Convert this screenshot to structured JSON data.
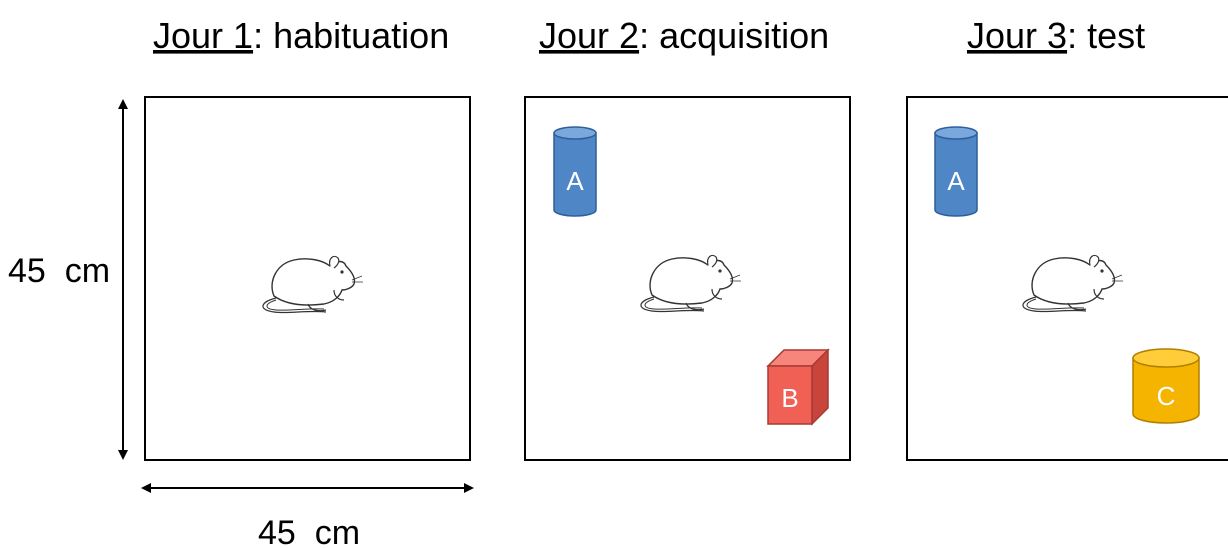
{
  "panels": [
    {
      "title_underlined": "Jour 1",
      "title_rest": ": habituation"
    },
    {
      "title_underlined": "Jour 2",
      "title_rest": ": acquisition"
    },
    {
      "title_underlined": "Jour 3",
      "title_rest": ": test"
    }
  ],
  "dimensions": {
    "height_label": "45  cm",
    "width_label": "45  cm"
  },
  "objects": {
    "a": {
      "label": "A",
      "shape": "cylinder",
      "color": "#4f86c6"
    },
    "b": {
      "label": "B",
      "shape": "cube",
      "color": "#f06055"
    },
    "c": {
      "label": "C",
      "shape": "cylinder",
      "color": "#f5b400"
    }
  },
  "icons": {
    "animal": "rat-icon"
  }
}
